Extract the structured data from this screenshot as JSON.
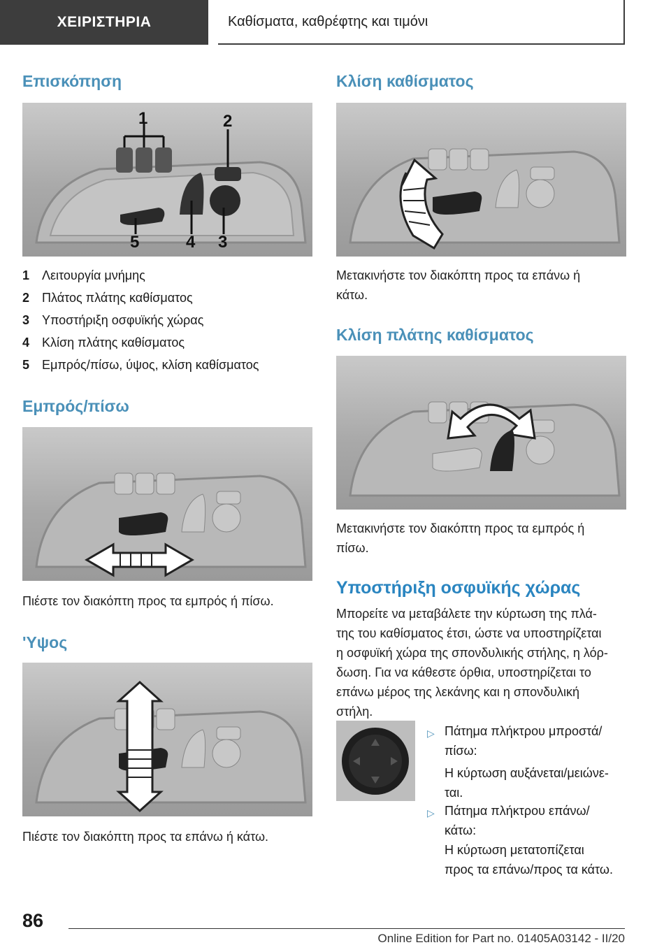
{
  "header": {
    "section": "ΧΕΙΡΙΣΤΗΡΙΑ",
    "chapter": "Καθίσματα, καθρέφτης και τιμόνι"
  },
  "left": {
    "overview_title": "Επισκόπηση",
    "overview_callouts": [
      "1",
      "2",
      "5",
      "4",
      "3"
    ],
    "legend": [
      {
        "num": "1",
        "text": "Λειτουργία μνήμης"
      },
      {
        "num": "2",
        "text": "Πλάτος πλάτης καθίσματος"
      },
      {
        "num": "3",
        "text": "Υποστήριξη οσφυϊκής χώρας"
      },
      {
        "num": "4",
        "text": "Κλίση πλάτης καθίσματος"
      },
      {
        "num": "5",
        "text": "Εμπρός/πίσω, ύψος, κλίση καθίσματος"
      }
    ],
    "fwd_title": "Εμπρός/πίσω",
    "fwd_text": "Πιέστε τον διακόπτη προς τα εμπρός ή πίσω.",
    "height_title": "'Υψος",
    "height_text": "Πιέστε τον διακόπτη προς τα επάνω ή κάτω."
  },
  "right": {
    "tilt_title": "Κλίση καθίσματος",
    "tilt_text": [
      "Μετακινήστε τον διακόπτη προς τα επάνω ή",
      "κάτω."
    ],
    "back_title": "Κλίση πλάτης καθίσματος",
    "back_text": [
      "Μετακινήστε τον διακόπτη προς τα εμπρός ή",
      "πίσω."
    ],
    "lumbar_title": "Υποστήριξη οσφυϊκής χώρας",
    "lumbar_text": [
      "Μπορείτε να μεταβάλετε την κύρτωση της πλά-",
      "της του καθίσματος έτσι, ώστε να υποστηρίζεται",
      "η οσφυϊκή χώρα της σπονδυλικής στήλης, η λόρ-",
      "δωση. Για να κάθεστε όρθια, υποστηρίζεται το",
      "επάνω μέρος της λεκάνης και η σπονδυλική",
      "στήλη."
    ],
    "bullets": [
      {
        "title": [
          "Πάτημα πλήκτρου μπροστά/",
          "πίσω:"
        ],
        "desc": [
          "Η κύρτωση αυξάνεται/μειώνε-",
          "ται."
        ]
      },
      {
        "title": [
          "Πάτημα πλήκτρου επάνω/",
          "κάτω:"
        ],
        "desc": [
          "Η κύρτωση μετατοπίζεται",
          "προς τα επάνω/προς τα κάτω."
        ]
      }
    ]
  },
  "footer": {
    "page": "86",
    "edition": "Online Edition for Part no. 01405A03142 - II/20"
  }
}
